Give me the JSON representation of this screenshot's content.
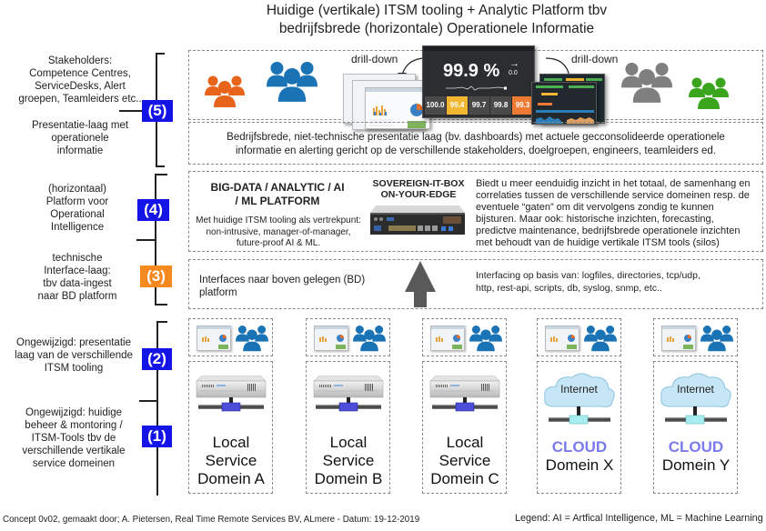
{
  "title": {
    "line1": "Huidige (vertikale) ITSM tooling + Analytic Platform tbv",
    "line2": "bedrijfsbrede (horizontale) Operationele Informatie"
  },
  "layers": {
    "layer5": {
      "badge": "(5)",
      "side_top": [
        "Stakeholders:",
        "Competence Centres,",
        "ServiceDesks, Alert",
        "groepen, Teamleiders etc.."
      ],
      "side_bottom": [
        "Presentatie-laag met",
        "operationele",
        "informatie"
      ],
      "drill_left": "drill-down",
      "drill_right": "drill-down",
      "dashboard": {
        "main_value": "99.9 %",
        "trend_arrow": "→",
        "trend_value": "0.0",
        "tiles": [
          {
            "value": "100.0",
            "color": "#4a4a4a"
          },
          {
            "value": "99.4",
            "color": "#f2b630"
          },
          {
            "value": "99.7",
            "color": "#4a4a4a"
          },
          {
            "value": "99.8",
            "color": "#4a4a4a"
          },
          {
            "value": "99.3",
            "color": "#ee7a33"
          }
        ]
      },
      "stakeholder_colors": {
        "orange": "#e8641b",
        "blue": "#1a73b5",
        "gray": "#7f7f7f",
        "green": "#3aa51d"
      },
      "description": [
        "Bedrijfsbrede, niet-technische presentatie laag (bv. dashboards) met actuele gecconsolideerde operationele",
        "informatie en alerting gericht op de verschillende stakeholders, doelgroepen, engineers, teamleiders ed."
      ]
    },
    "layer4": {
      "badge": "(4)",
      "side": [
        "(horizontaal)",
        "Platform voor",
        "Operational",
        "Intelligence"
      ],
      "platform_title": [
        "BIG-DATA / ANALYTIC / AI",
        "/ ML PLATFORM"
      ],
      "platform_desc": [
        "Met huidige ITSM tooling als vertrekpunt:",
        "non-intrusive, manager-of-manager,",
        "future-proof AI & ML."
      ],
      "box_title": [
        "SOVEREIGN-IT-BOX",
        "ON-YOUR-EDGE"
      ],
      "benefits": [
        "Biedt u meer eenduidig inzicht in het totaal, de samenhang en",
        "correlaties tussen de verschillende service domeinen resp. de",
        "eventuele “gaten” om dit vervolgens zondig te kunnen",
        "bijsturen. Maar ook: historische inzichten, forecasting,",
        "predictve maintenance, bedrijfsbrede operationele inzichten",
        "met behoudt van de huidige vertikale ITSM tools (silos)"
      ]
    },
    "layer3": {
      "badge": "(3)",
      "side": [
        "technische",
        "Interface-laag:",
        "tbv data-ingest",
        "naar BD platform"
      ],
      "left_text": [
        "Interfaces naar boven gelegen (BD)",
        "platform"
      ],
      "right_text": [
        "Interfacing op basis van: logfiles, directories, tcp/udp,",
        "http, rest-api, scripts, db, syslog, snmp, etc.."
      ]
    },
    "layer2": {
      "badge": "(2)",
      "side": [
        "Ongewijzigd: presentatie",
        "laag van de verschillende",
        "ITSM tooling"
      ]
    },
    "layer1": {
      "badge": "(1)",
      "side": [
        "Ongewijzigd: huidige",
        "beheer & montoring /",
        "ITSM-Tools tbv de",
        "verschillende vertikale",
        "service domeinen"
      ]
    }
  },
  "domains": [
    {
      "type": "server",
      "lines": [
        "Local",
        "Service",
        "Domein A"
      ]
    },
    {
      "type": "server",
      "lines": [
        "Local",
        "Service",
        "Domein B"
      ]
    },
    {
      "type": "server",
      "lines": [
        "Local",
        "Service",
        "Domein C"
      ]
    },
    {
      "type": "cloud",
      "cloud_text": "Internet",
      "cloud_label": "CLOUD",
      "lines": [
        "Domein X"
      ]
    },
    {
      "type": "cloud",
      "cloud_text": "Internet",
      "cloud_label": "CLOUD",
      "lines": [
        "Domein Y"
      ]
    }
  ],
  "footer": {
    "left": "Concept 0v02, gemaakt door; A. Pietersen, Real Time Remote Services BV, ALmere - Datum: 19-12-2019",
    "right": "Legend: AI = Artfical Intelligence, ML = Machine Learning"
  }
}
